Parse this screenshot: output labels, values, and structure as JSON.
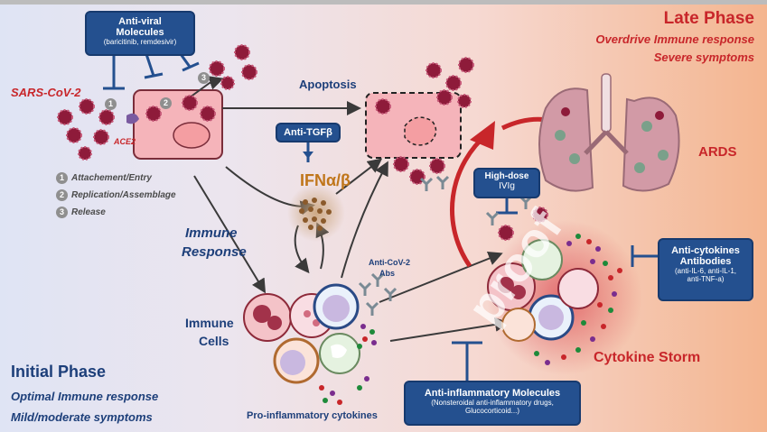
{
  "phases": {
    "late": {
      "title": "Late Phase",
      "line1": "Overdrive Immune response",
      "line2": "Severe symptoms"
    },
    "initial": {
      "title": "Initial Phase",
      "line1": "Optimal Immune response",
      "line2": "Mild/moderate symptoms"
    }
  },
  "labels": {
    "virus": "SARS-CoV-2",
    "receptor": "ACE2",
    "apoptosis": "Apoptosis",
    "ifn": "IFNα/β",
    "immune_response_1": "Immune",
    "immune_response_2": "Response",
    "immune_cells_1": "Immune",
    "immune_cells_2": "Cells",
    "abs_1": "Anti-CoV-2",
    "abs_2": "Abs",
    "cytokines": "Pro-inflammatory cytokines",
    "ards": "ARDS",
    "cytokine_storm": "Cytokine Storm"
  },
  "steps": [
    {
      "num": "1",
      "label": "Attachement/Entry"
    },
    {
      "num": "2",
      "label": "Replication/Assemblage"
    },
    {
      "num": "3",
      "label": "Release"
    }
  ],
  "markers": {
    "m1": "1",
    "m2": "2",
    "m3": "3"
  },
  "boxes": {
    "antiviral": {
      "title_1": "Anti-viral",
      "title_2": "Molecules",
      "sub": "(baricitinib, remdesivir)"
    },
    "anti_tgf": {
      "title": "Anti-TGFβ"
    },
    "ivig": {
      "title_1": "High-dose",
      "title_2": "IVIg"
    },
    "anti_cytokines": {
      "title_1": "Anti-cytokines",
      "title_2": "Antibodies",
      "sub_1": "(anti-IL-6, anti-IL-1,",
      "sub_2": "anti-TNF-a)"
    },
    "anti_inflammatory": {
      "title": "Anti-inflammatory Molecules",
      "sub_1": "(Nonsteroidal anti-inflammatory drugs,",
      "sub_2": "Glucocorticoid...)"
    }
  },
  "watermark": "proof",
  "colors": {
    "navy": "#1d3f7a",
    "box": "#24508f",
    "red": "#c8262a",
    "virus": "#8e1b3a",
    "cell": "#f6b7bc"
  }
}
